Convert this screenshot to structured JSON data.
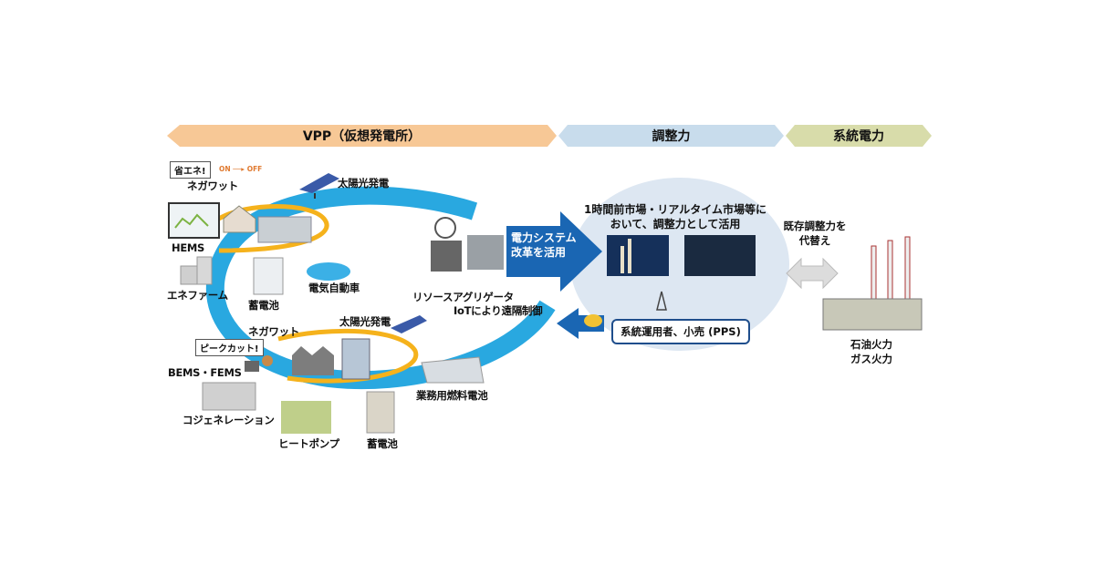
{
  "headers": {
    "vpp": "VPP（仮想発電所）",
    "adjustment": "調整力",
    "grid_power": "系統電力"
  },
  "household": {
    "bubble": "省エネ!",
    "on_label": "ON",
    "off_label": "OFF",
    "negawatt": "ネガワット",
    "solar": "太陽光発電",
    "hems": "HEMS",
    "enefarm": "エネファーム",
    "battery": "蓄電池",
    "ev": "電気自動車"
  },
  "business": {
    "bubble": "ピークカット!",
    "negawatt": "ネガワット",
    "solar": "太陽光発電",
    "bems_fems": "BEMS・FEMS",
    "cogeneration": "コジェネレーション",
    "heat_pump": "ヒートポンプ",
    "battery": "蓄電池",
    "fuel_cell": "業務用燃料電池"
  },
  "aggregator": {
    "name": "リソースアグリゲータ",
    "control": "IoTにより遠隔制御"
  },
  "reform_arrow": {
    "line1": "電力システム",
    "line2": "改革を活用"
  },
  "market": {
    "line1": "1時間前市場・リアルタイム市場等に",
    "line2": "おいて、調整力として活用"
  },
  "operator_box": "系統運用者、小売 (PPS)",
  "replace": {
    "line1": "既存調整力を",
    "line2": "代替え"
  },
  "thermal": {
    "line1": "石油火力",
    "line2": "ガス火力"
  },
  "colors": {
    "vpp_header": "#f7c896",
    "adjustment_header": "#c8dcec",
    "grid_header": "#d8dcaa",
    "blue_arc": "#29a8e0",
    "orange_ring": "#f5b21c",
    "arrow_blue": "#1a66b3",
    "market_circle": "#dde7f2"
  }
}
